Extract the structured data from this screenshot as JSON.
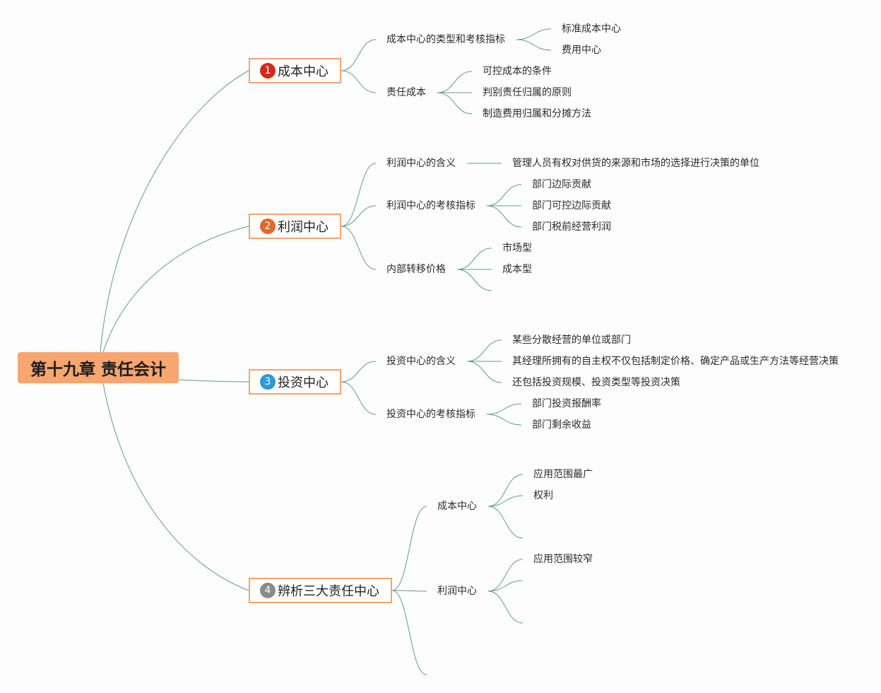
{
  "root": {
    "label": "第十九章 责任会计"
  },
  "colors": {
    "root_fill": "#f7a66f",
    "main_border": "#f2a472",
    "link": "#5f9e8c",
    "badge_1": "#d42a1c",
    "badge_2": "#e5662a",
    "badge_3": "#2a9ad8",
    "badge_4": "#8a8a8a"
  },
  "branches": [
    {
      "number": "1",
      "label": "成本中心",
      "children": [
        {
          "label": "成本中心的类型和考核指标",
          "children": [
            "标准成本中心",
            "费用中心"
          ]
        },
        {
          "label": "责任成本",
          "children": [
            "可控成本的条件",
            "判别责任归属的原则",
            "制造费用归属和分摊方法"
          ]
        }
      ]
    },
    {
      "number": "2",
      "label": "利润中心",
      "children": [
        {
          "label": "利润中心的含义",
          "children": [
            "管理人员有权对供货的来源和市场的选择进行决策的单位"
          ]
        },
        {
          "label": "利润中心的考核指标",
          "children": [
            "部门边际贡献",
            "部门可控边际贡献",
            "部门税前经营利润"
          ]
        },
        {
          "label": "内部转移价格",
          "children": [
            "市场型",
            "成本型",
            ""
          ]
        }
      ]
    },
    {
      "number": "3",
      "label": "投资中心",
      "children": [
        {
          "label": "投资中心的含义",
          "children": [
            "某些分散经营的单位或部门",
            "其经理所拥有的自主权不仅包括制定价格、确定产品或生产方法等经营决策",
            "还包括投资规模、投资类型等投资决策"
          ]
        },
        {
          "label": "投资中心的考核指标",
          "children": [
            "部门投资报酬率",
            "部门剩余收益"
          ]
        }
      ]
    },
    {
      "number": "4",
      "label": "辨析三大责任中心",
      "children": [
        {
          "label": "成本中心",
          "children": [
            "应用范围最广",
            "权利",
            ""
          ]
        },
        {
          "label": "利润中心",
          "children": [
            "应用范围较窄",
            "",
            ""
          ]
        },
        {
          "label": "",
          "children": []
        }
      ]
    }
  ]
}
